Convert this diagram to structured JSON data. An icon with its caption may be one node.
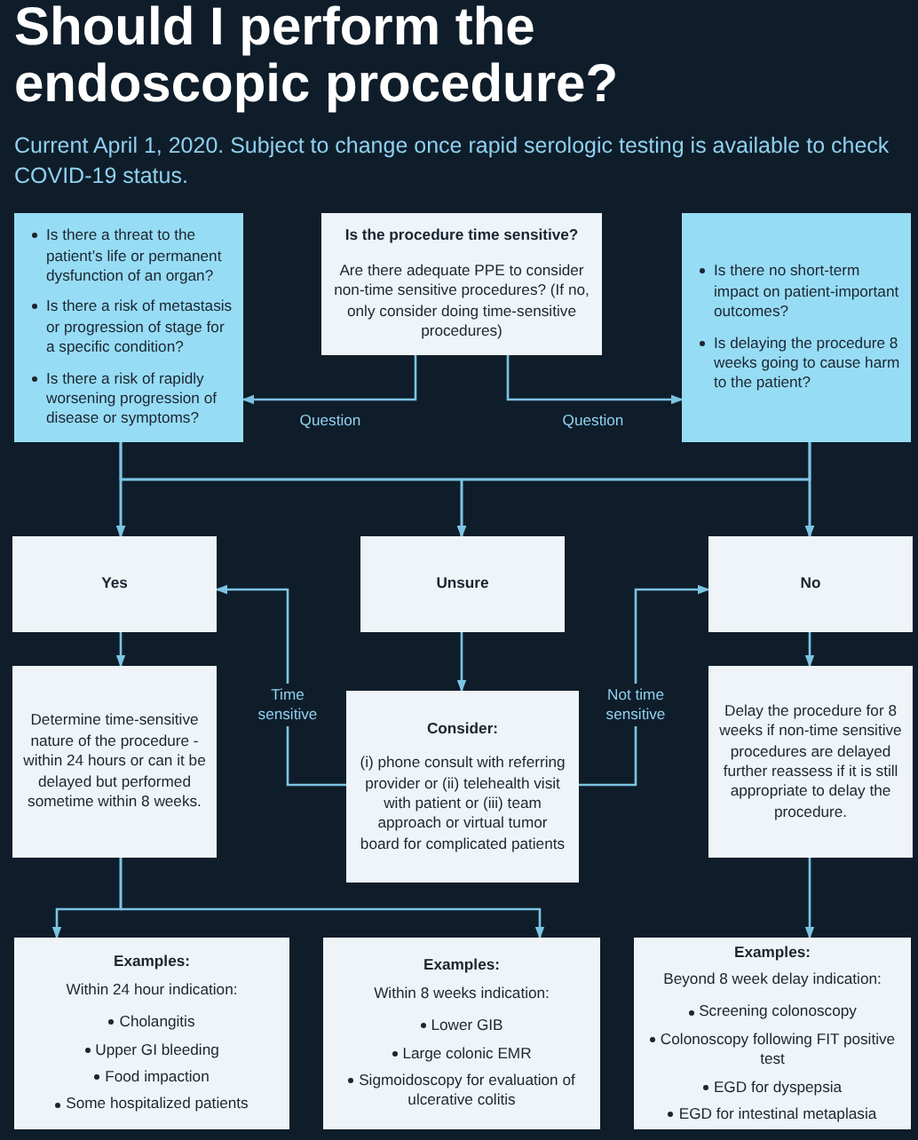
{
  "diagram": {
    "title": "Should I perform the endoscopic procedure?",
    "caption": "Current April 1, 2020. Subject to change once rapid serologic testing is available to check COVID-19 status.",
    "nodes": [
      {
        "text": [
          "Is there a threat to the patient’s life or permanent dysfunction of an organ?",
          "Is there a risk of metastasis or progression of stage for a specific condition?",
          "Is there a risk of rapidly worsening progression of disease or symptoms?"
        ]
      },
      {
        "text": [
          "Is the procedure time sensitive?",
          "Are there adequate PPE to consider non-time sensitive procedures? (If no, only consider doing time-sensitive procedures)"
        ]
      },
      {
        "text": [
          "Is there no short-term impact on patient-important outcomes?",
          "Is delaying the procedure 8 weeks going to cause harm to the patient?"
        ]
      },
      {
        "text": [
          "Yes"
        ]
      },
      {
        "text": [
          "Unsure"
        ]
      },
      {
        "text": [
          "No"
        ]
      },
      {
        "text": [
          "Determine time-sensitive nature of the procedure - within 24 hours or can it be delayed but performed sometime within 8 weeks."
        ]
      },
      {
        "text": [
          "Consider:",
          "(i) phone consult with referring provider or (ii) telehealth visit with patient or (iii) team approach or virtual tumor board for complicated patients"
        ]
      },
      {
        "text": [
          "Delay the procedure for 8 weeks if non-time sensitive procedures are delayed further reassess if it is still appropriate to delay the procedure."
        ]
      },
      {
        "text": [
          "Examples:",
          "Within 24 hour indication:",
          "Cholangitis",
          "Upper GI bleeding",
          "Food impaction",
          "Some hospitalized patients"
        ]
      },
      {
        "text": [
          "Examples:",
          "Within 8 weeks indication:",
          "Lower GIB",
          "Large colonic EMR",
          "Sigmoidoscopy for evaluation of ulcerative colitis"
        ]
      },
      {
        "text": [
          "Examples:",
          "Beyond 8 week delay indication:",
          "Screening colonoscopy",
          "Colonoscopy following FIT positive test",
          "EGD for dyspepsia",
          "EGD for intestinal metaplasia"
        ]
      }
    ],
    "edges": [
      {
        "from": 1,
        "to": 0,
        "arrow": "to",
        "label": "Question"
      },
      {
        "from": 1,
        "to": 2,
        "arrow": "to",
        "label": "Question"
      },
      {
        "from": 0,
        "to": 3,
        "arrow": "to"
      },
      {
        "from": 0,
        "to": 4,
        "arrow": "to"
      },
      {
        "from": 0,
        "to": 5,
        "arrow": "to"
      },
      {
        "from": 2,
        "to": 3,
        "arrow": "to"
      },
      {
        "from": 2,
        "to": 4,
        "arrow": "to"
      },
      {
        "from": 2,
        "to": 5,
        "arrow": "to"
      },
      {
        "from": 3,
        "to": 6,
        "arrow": "to"
      },
      {
        "from": 4,
        "to": 7,
        "arrow": "to"
      },
      {
        "from": 5,
        "to": 8,
        "arrow": "to"
      },
      {
        "from": 7,
        "to": 3,
        "arrow": "to",
        "label": "Time sensitive"
      },
      {
        "from": 7,
        "to": 5,
        "arrow": "to",
        "label": "Not time sensitive"
      },
      {
        "from": 6,
        "to": 9,
        "arrow": "to"
      },
      {
        "from": 6,
        "to": 10,
        "arrow": "to"
      },
      {
        "from": 8,
        "to": 11,
        "arrow": "to"
      }
    ]
  }
}
